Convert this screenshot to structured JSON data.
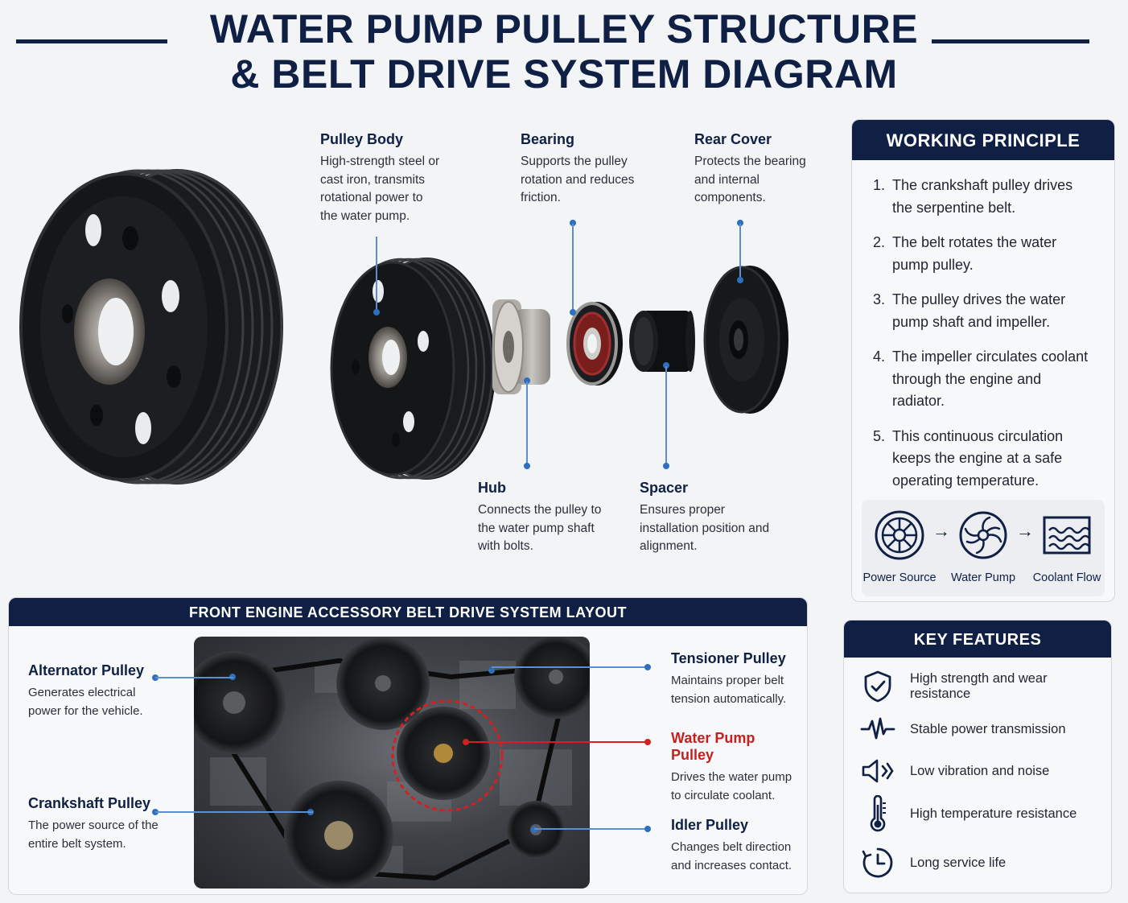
{
  "title": {
    "line1": "WATER PUMP PULLEY STRUCTURE",
    "line2": "& BELT DRIVE SYSTEM DIAGRAM"
  },
  "components": {
    "pulley_body": {
      "name": "Pulley Body",
      "desc": "High-strength steel or cast iron, transmits rotational power to the water pump."
    },
    "bearing": {
      "name": "Bearing",
      "desc": "Supports the pulley rotation and reduces friction."
    },
    "rear_cover": {
      "name": "Rear Cover",
      "desc": "Protects the bearing and internal components."
    },
    "hub": {
      "name": "Hub",
      "desc": "Connects the pulley to the water pump shaft with bolts."
    },
    "spacer": {
      "name": "Spacer",
      "desc": "Ensures proper installation position and alignment."
    }
  },
  "working_principle": {
    "heading": "WORKING PRINCIPLE",
    "steps": [
      "The crankshaft pulley drives the serpentine belt.",
      "The belt rotates the water pump pulley.",
      "The pulley drives the water pump shaft and impeller.",
      "The impeller circulates coolant through the engine and radiator.",
      "This continuous circulation keeps the engine at a safe operating temperature."
    ],
    "flow": [
      {
        "label": "Power Source",
        "icon": "gear-icon"
      },
      {
        "label": "Water Pump",
        "icon": "impeller-icon"
      },
      {
        "label": "Coolant Flow",
        "icon": "coolant-wave-icon"
      }
    ],
    "arrow": "→"
  },
  "belt_system": {
    "heading": "FRONT ENGINE ACCESSORY BELT DRIVE SYSTEM LAYOUT",
    "alternator": {
      "name": "Alternator Pulley",
      "desc": "Generates electrical power for the vehicle."
    },
    "crankshaft": {
      "name": "Crankshaft Pulley",
      "desc": "The power source of the entire belt system."
    },
    "tensioner": {
      "name": "Tensioner Pulley",
      "desc": "Maintains proper belt tension automatically."
    },
    "water_pump": {
      "name": "Water Pump Pulley",
      "desc": "Drives the water pump to circulate coolant."
    },
    "idler": {
      "name": "Idler Pulley",
      "desc": "Changes belt direction and increases contact."
    },
    "highlight_color": "#c81e1e"
  },
  "key_features": {
    "heading": "KEY FEATURES",
    "items": [
      {
        "icon": "shield-check-icon",
        "text": "High strength and wear resistance"
      },
      {
        "icon": "pulse-wave-icon",
        "text": "Stable power transmission"
      },
      {
        "icon": "speaker-icon",
        "text": "Low vibration and noise"
      },
      {
        "icon": "thermometer-icon",
        "text": "High temperature resistance"
      },
      {
        "icon": "clock-icon",
        "text": "Long service life"
      }
    ]
  },
  "colors": {
    "navy": "#0f2044",
    "accent_blue": "#2f6fc0",
    "red": "#c81e1e"
  }
}
